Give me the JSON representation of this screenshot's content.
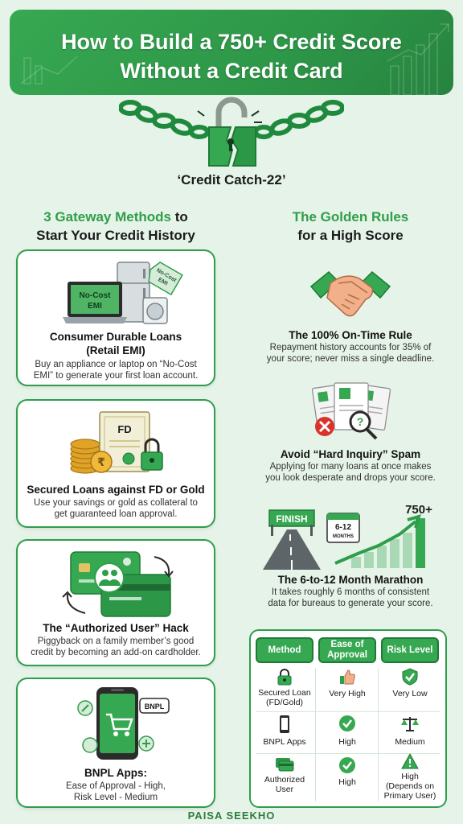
{
  "header": {
    "title_line1": "How to Build a 750+ Credit Score",
    "title_line2": "Without a Credit Card"
  },
  "catch22_label": "‘Credit Catch-22’",
  "left_heading": {
    "green": "3 Gateway Methods",
    "rest1": " to",
    "line2": "Start Your Credit History"
  },
  "right_heading": {
    "line1": "The Golden Rules",
    "line2": "for a High Score"
  },
  "methods": [
    {
      "icon": "appliances-icon",
      "title_line1": "Consumer Durable Loans",
      "title_line2": "(Retail EMI)",
      "desc_line1": "Buy an appliance or laptop on “No-Cost",
      "desc_line2": "EMI” to generate your first loan account.",
      "screen_text_line1": "No-Cost",
      "screen_text_line2": "EMI",
      "tag_text_line1": "No-Cost",
      "tag_text_line2": "EMI"
    },
    {
      "icon": "gold-coins-fd-icon",
      "title_line1": "Secured Loans against FD or Gold",
      "desc_line1": "Use your savings or gold as collateral to",
      "desc_line2": "get guaranteed loan approval.",
      "doc_text": "FD",
      "coin_symbol": "₹"
    },
    {
      "icon": "shared-cards-icon",
      "title_line1": "The “Authorized User” Hack",
      "desc_line1": "Piggyback on a family member’s good",
      "desc_line2": "credit by becoming an add-on cardholder."
    },
    {
      "icon": "bnpl-phone-icon",
      "title_line1": "BNPL Apps:",
      "desc_line1": "Ease of Approval - High,",
      "desc_line2": "Risk Level - Medium",
      "badge_text": "BNPL"
    }
  ],
  "rules": [
    {
      "icon": "handshake-icon",
      "title": "The 100% On-Time Rule",
      "desc_line1": "Repayment history accounts for 35% of",
      "desc_line2": "your score; never miss a single deadline."
    },
    {
      "icon": "hard-inquiry-icon",
      "title": "Avoid “Hard Inquiry” Spam",
      "desc_line1": "Applying for many loans at once makes",
      "desc_line2": "you look desperate and drops your score."
    },
    {
      "icon": "marathon-road-icon",
      "title": "The 6-to-12 Month Marathon",
      "desc_line1": "It takes roughly 6 months of consistent",
      "desc_line2": "data for bureaus to generate your score.",
      "finish_text": "FINISH",
      "calendar_text_line1": "6-12",
      "calendar_text_line2": "MONTHS",
      "score_text": "750+"
    }
  ],
  "table": {
    "headers": [
      "Method",
      "Ease of Approval",
      "Risk Level"
    ],
    "header_ease_line1": "Ease of",
    "header_ease_line2": "Approval",
    "rows": [
      {
        "method_line1": "Secured Loan",
        "method_line2": "(FD/Gold)",
        "method_icon": "padlock-icon",
        "ease": "Very High",
        "ease_icon": "thumbs-up-icon",
        "risk": "Very Low",
        "risk_icon": "shield-check-icon"
      },
      {
        "method_line1": "BNPL Apps",
        "method_line2": "",
        "method_icon": "phone-icon",
        "ease": "High",
        "ease_icon": "check-circle-icon",
        "risk": "Medium",
        "risk_icon": "balance-scale-icon"
      },
      {
        "method_line1": "Authorized",
        "method_line2": "User",
        "method_icon": "cards-icon",
        "ease": "High",
        "ease_icon": "check-circle-icon",
        "risk_line1": "High",
        "risk_line2": "(Depends on",
        "risk_line3": "Primary User)",
        "risk_icon": "warning-icon"
      }
    ]
  },
  "footer": "PAISA SEEKHO",
  "colors": {
    "primary_green": "#2e9e4a",
    "background": "#e6f3e8",
    "danger_red": "#d9342b",
    "gold": "#e0a325"
  }
}
